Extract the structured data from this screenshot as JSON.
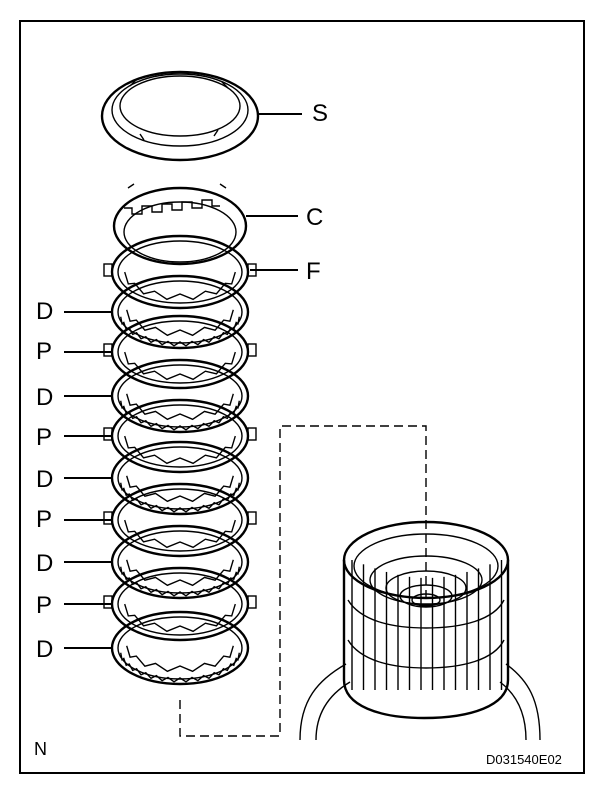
{
  "diagram": {
    "stack_labels": {
      "snap_ring": "S",
      "clutch_flange": "C",
      "flange": "F",
      "disc": "D",
      "plate": "P"
    },
    "view_mark": "N",
    "figure_code": "D031540E02"
  }
}
